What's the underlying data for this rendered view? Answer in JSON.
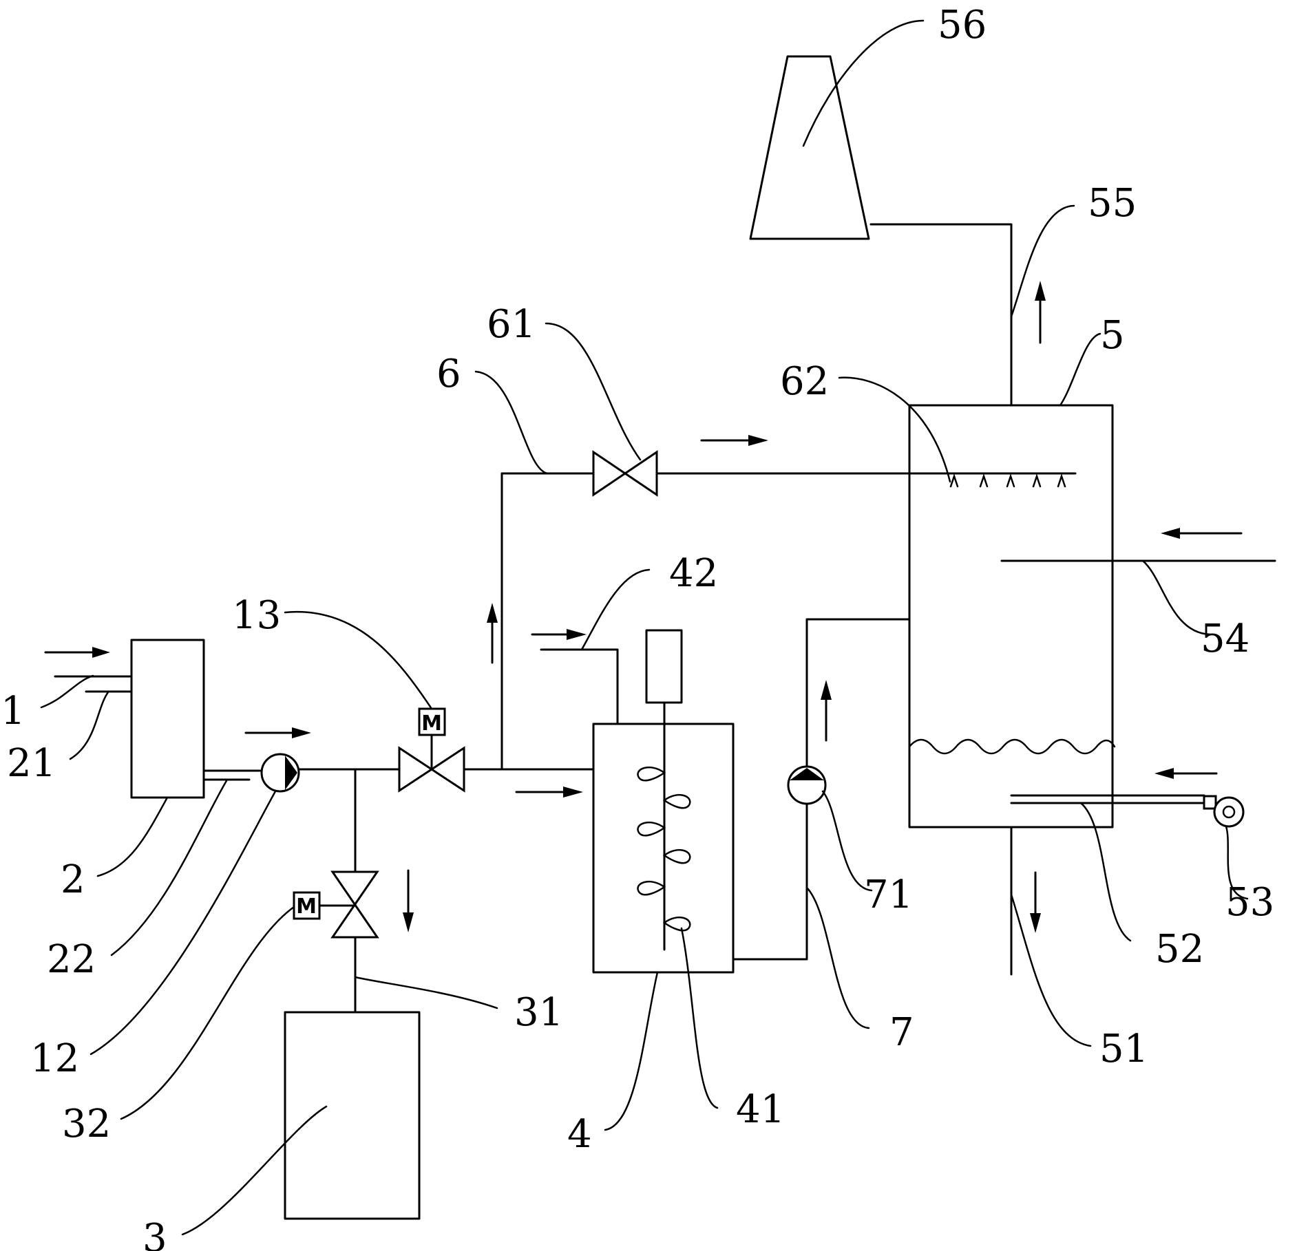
{
  "diagram": {
    "labels": {
      "l1": "1",
      "l2": "2",
      "l3": "3",
      "l4": "4",
      "l5": "5",
      "l6": "6",
      "l7": "7",
      "l12": "12",
      "l13": "13",
      "l21": "21",
      "l22": "22",
      "l31": "31",
      "l32": "32",
      "l41": "41",
      "l42": "42",
      "l51": "51",
      "l52": "52",
      "l53": "53",
      "l54": "54",
      "l55": "55",
      "l56": "56",
      "l61": "61",
      "l62": "62",
      "l71": "71"
    },
    "motor_symbol": "M"
  }
}
